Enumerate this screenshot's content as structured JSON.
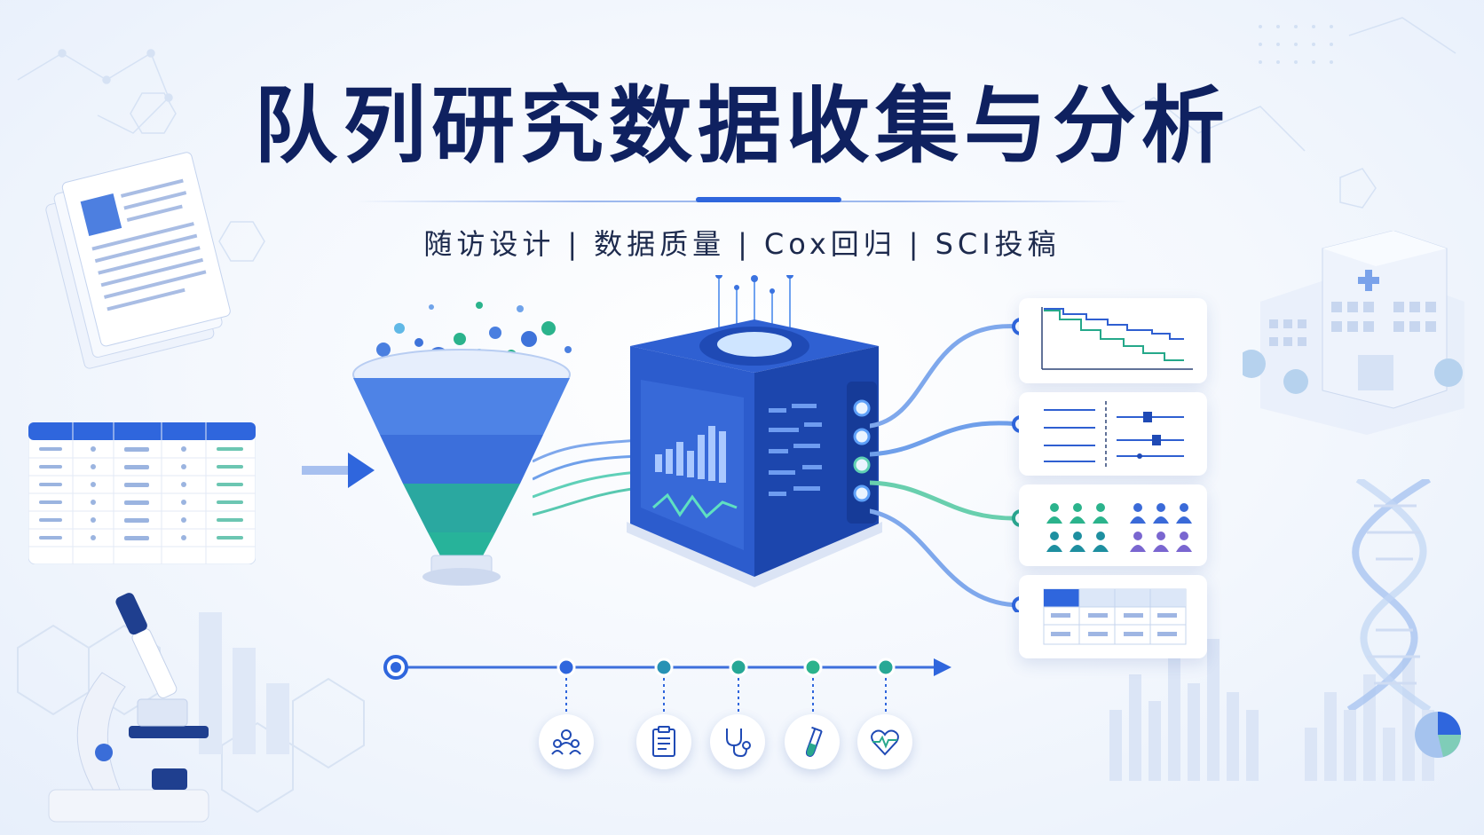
{
  "title": "队列研究数据收集与分析",
  "subtitle": {
    "items": [
      "随访设计",
      "数据质量",
      "Cox回归",
      "SCI投稿"
    ],
    "separator": "|"
  },
  "colors": {
    "title": "#0f2160",
    "accent_blue": "#2f66dd",
    "accent_teal": "#22b08a",
    "background": "#f3f7fd"
  },
  "timeline": {
    "node_count": 6,
    "icons": [
      "people-icon",
      "clipboard-icon",
      "stethoscope-icon",
      "test-tube-icon",
      "heart-rate-icon"
    ]
  },
  "result_cards": [
    "km-curve-card",
    "forest-plot-card",
    "patient-groups-card",
    "results-table-card"
  ]
}
